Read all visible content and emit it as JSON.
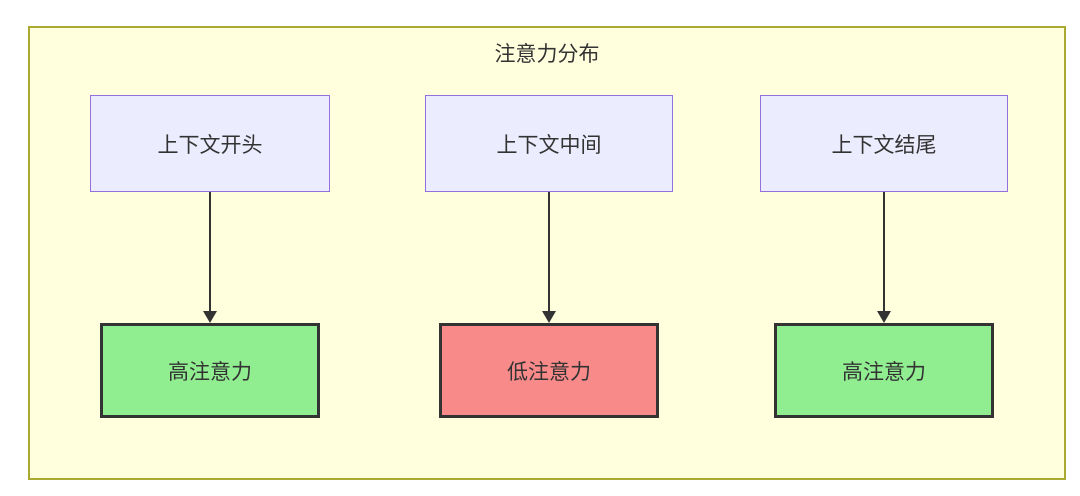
{
  "diagram": {
    "title": "注意力分布",
    "colors": {
      "container_bg": "#ffffde",
      "container_border": "#aaaa33",
      "source_node_bg": "#ececff",
      "source_node_border": "#9370db",
      "high_attention_bg": "#90ee90",
      "low_attention_bg": "#f98a8a",
      "attention_node_border": "#333333",
      "arrow_color": "#333333",
      "text_color": "#333333"
    },
    "columns": [
      {
        "source": "上下文开头",
        "target": "高注意力",
        "attention": "high"
      },
      {
        "source": "上下文中间",
        "target": "低注意力",
        "attention": "low"
      },
      {
        "source": "上下文结尾",
        "target": "高注意力",
        "attention": "high"
      }
    ]
  }
}
